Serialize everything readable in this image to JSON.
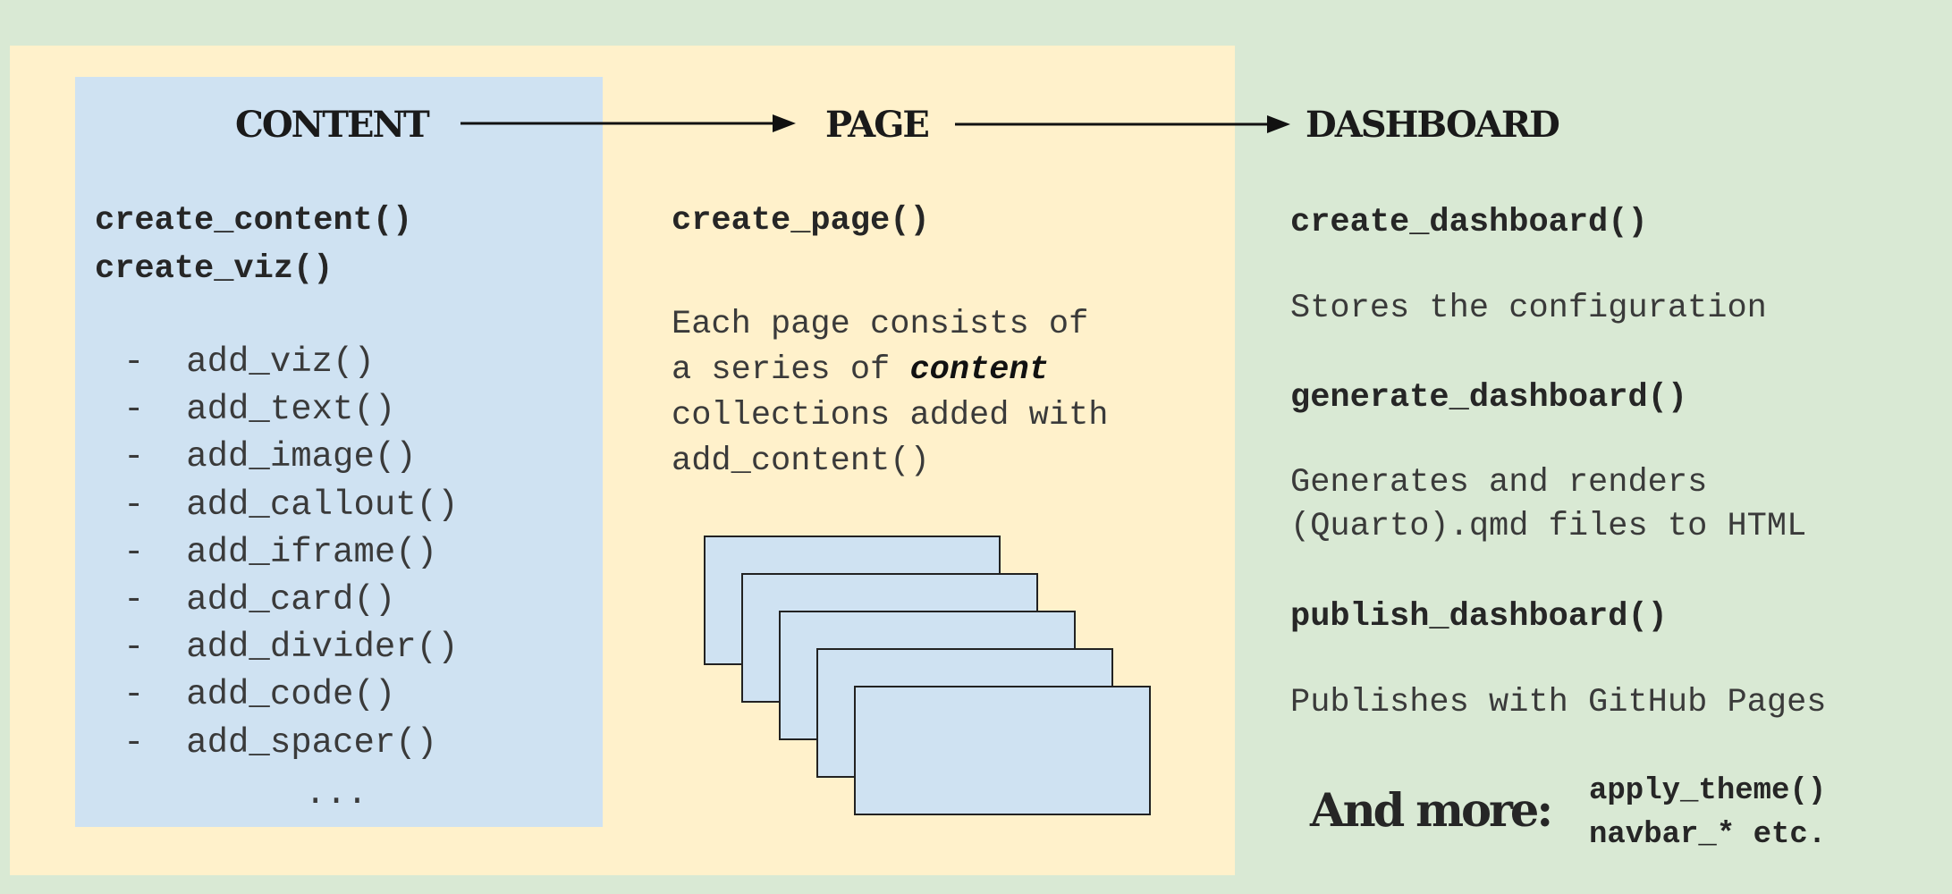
{
  "content": {
    "heading": "CONTENT",
    "functions": [
      "create_content()",
      "create_viz()"
    ],
    "bullet": "-",
    "items": [
      "add_viz()",
      "add_text()",
      "add_image()",
      "add_callout()",
      "add_iframe()",
      "add_card()",
      "add_divider()",
      "add_code()",
      "add_spacer()"
    ],
    "ellipsis": "..."
  },
  "page": {
    "heading": "PAGE",
    "function": "create_page()",
    "description_line1": "Each page consists of",
    "description_line2_pre": "a series of ",
    "description_line2_emph": "content",
    "description_line3": "collections added with",
    "description_line4": "add_content()"
  },
  "dashboard": {
    "heading": "DASHBOARD",
    "create_fn": "create_dashboard()",
    "create_desc": "Stores the configuration",
    "generate_fn": "generate_dashboard()",
    "generate_desc_line1": "Generates and renders",
    "generate_desc_line2": "(Quarto).qmd files to HTML",
    "publish_fn": "publish_dashboard()",
    "publish_desc": "Publishes with GitHub Pages",
    "more_label": "And more:",
    "more_items": [
      "apply_theme()",
      "navbar_* etc."
    ]
  },
  "colors": {
    "background": "#d9e9d4",
    "page_panel": "#fff1cb",
    "content_panel": "#cfe2f2",
    "page_card": "#cfe2f2",
    "arrow": "#111111"
  }
}
